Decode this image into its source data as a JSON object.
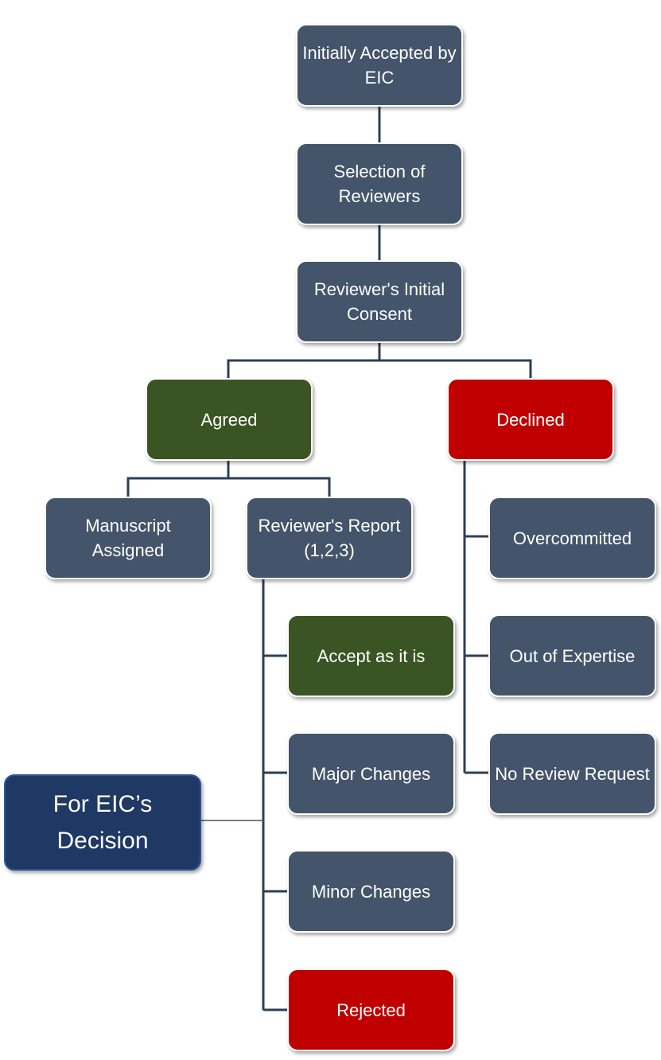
{
  "colors": {
    "neutral_box": "#44546a",
    "positive_box": "#3a5523",
    "negative_box": "#c00000",
    "decision_box": "#1f3864",
    "connector": "#2e3f56"
  },
  "nodes": {
    "initially_accepted": "Initially Accepted by EIC",
    "selection_of_reviewers": "Selection of Reviewers",
    "reviewers_initial_consent": "Reviewer's Initial Consent",
    "agreed": "Agreed",
    "declined": "Declined",
    "manuscript_assigned": "Manuscript Assigned",
    "reviewers_report": "Reviewer's Report (1,2,3)",
    "accept_as_it_is": "Accept as it is",
    "major_changes": "Major Changes",
    "minor_changes": "Minor Changes",
    "rejected": "Rejected",
    "overcommitted": "Overcommitted",
    "out_of_expertise": "Out of Expertise",
    "no_review_request": "No Review Request",
    "for_eic_decision": "For EIC’s Decision"
  }
}
